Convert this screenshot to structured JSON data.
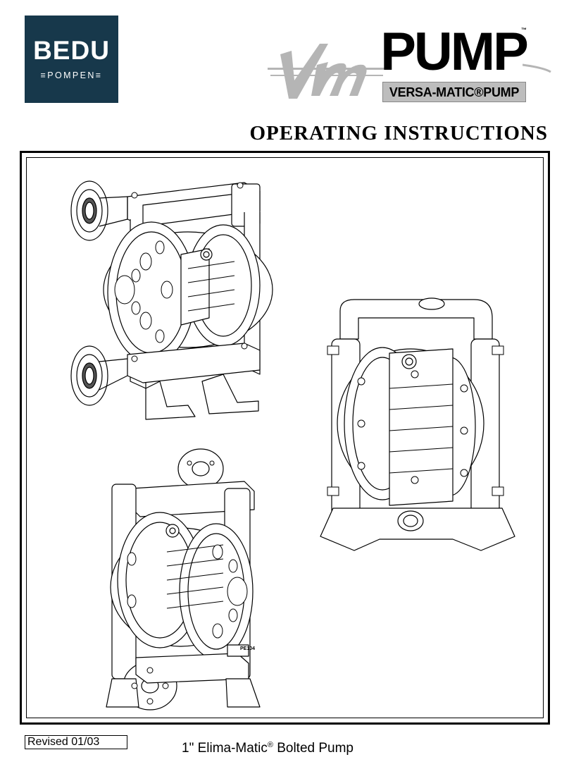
{
  "brand": {
    "bedu_name": "BEDU",
    "bedu_sub": "≡POMPEN≡",
    "bedu_bg_color": "#17384b",
    "vm_script": "vm",
    "vm_pump": "PUMP",
    "vm_tm": "™",
    "vm_versa": "VERSA-MATIC®PUMP",
    "vm_script_color": "#b5b5b5",
    "vm_versa_bg_color": "#bdbdbd"
  },
  "title": "OPERATING INSTRUCTIONS",
  "illustrations": [
    {
      "name": "pump-front-left-view",
      "icon": "diaphragm-pump-plastic-front-flanges"
    },
    {
      "name": "pump-metal-view",
      "icon": "diaphragm-pump-metal"
    },
    {
      "name": "pump-rear-flanged-view",
      "icon": "diaphragm-pump-plastic-rear-flanges"
    }
  ],
  "pump_labels": {
    "model_tag": "PE104"
  },
  "footer": {
    "revised": "Revised 01/03",
    "product_pre": "1\" Elima-Matic",
    "product_reg": "®",
    "product_post": " Bolted Pump"
  }
}
